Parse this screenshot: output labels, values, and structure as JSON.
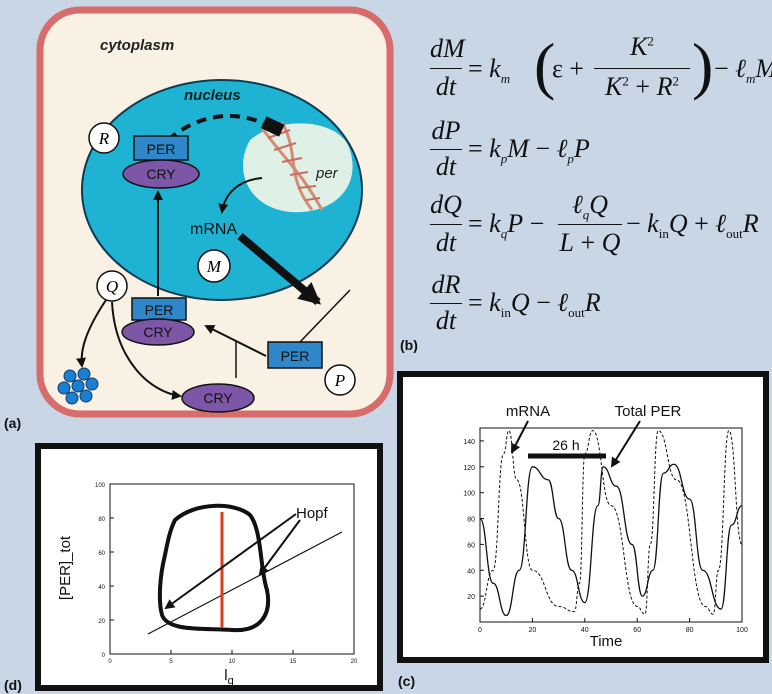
{
  "panels": {
    "a": {
      "label": "(a)",
      "cytoplasm": "cytoplasm",
      "nucleus": "nucleus",
      "gene": "per",
      "mrna": "mRNA",
      "per": "PER",
      "cry": "CRY",
      "species": {
        "R": "R",
        "M": "M",
        "Q": "Q",
        "P": "P"
      }
    },
    "b": {
      "label": "(b)",
      "equations": [
        "dM/dt = k_m ( ε + K²/(K² + R²) ) − ℓ_m M",
        "dP/dt = k_p M − ℓ_p P",
        "dQ/dt = k_q P − ℓ_q Q/(L + Q) − k_in Q + ℓ_out R",
        "dR/dt = k_in Q − ℓ_out R"
      ]
    },
    "c": {
      "label": "(c)",
      "mrna_label": "mRNA",
      "per_label": "Total PER",
      "period_label": "26 h",
      "xlabel": "Time",
      "xticks": [
        "0",
        "20",
        "40",
        "60",
        "80",
        "100"
      ],
      "yticks": [
        "20",
        "40",
        "60",
        "80",
        "100",
        "120",
        "140"
      ]
    },
    "d": {
      "label": "(d)",
      "hopf_label": "Hopf",
      "xlabel": "l",
      "xlabel_sub": "q",
      "ylabel": "[PER]_tot",
      "xticks": [
        "0",
        "5",
        "10",
        "15",
        "20"
      ],
      "yticks": [
        "0",
        "20",
        "40",
        "60",
        "80",
        "100"
      ]
    }
  },
  "colors": {
    "background": "#c9d6e6",
    "cell_border": "#d86b6b",
    "cytoplasm": "#f8f1e4",
    "nucleus": "#1fb3d3",
    "per_box": "#2f86c8",
    "cry_oval": "#7d56a8",
    "degraded": "#1a7fd0",
    "hopf_bar": "#e03a1e"
  },
  "chart_data": {
    "type": "line",
    "title": "",
    "xlabel": "Time",
    "ylabel": "",
    "xlim": [
      0,
      100
    ],
    "ylim": [
      0,
      150
    ],
    "annotations": [
      "mRNA",
      "Total PER",
      "26 h"
    ],
    "series": [
      {
        "name": "mRNA",
        "x": [
          0,
          5,
          9,
          11,
          14,
          20,
          30,
          36,
          38,
          40,
          43,
          50,
          60,
          63,
          65,
          68,
          75,
          86,
          89,
          91,
          95,
          100
        ],
        "y": [
          10,
          40,
          130,
          148,
          110,
          40,
          12,
          8,
          30,
          130,
          148,
          90,
          12,
          6,
          60,
          148,
          110,
          12,
          6,
          40,
          148,
          60
        ]
      },
      {
        "name": "Total PER",
        "x": [
          0,
          5,
          10,
          15,
          20,
          26,
          30,
          35,
          40,
          45,
          47,
          52,
          58,
          62,
          66,
          70,
          74,
          80,
          85,
          92,
          96,
          100
        ],
        "y": [
          80,
          30,
          5,
          40,
          120,
          110,
          80,
          40,
          15,
          90,
          120,
          105,
          60,
          20,
          40,
          115,
          122,
          95,
          40,
          10,
          75,
          90
        ]
      }
    ]
  }
}
